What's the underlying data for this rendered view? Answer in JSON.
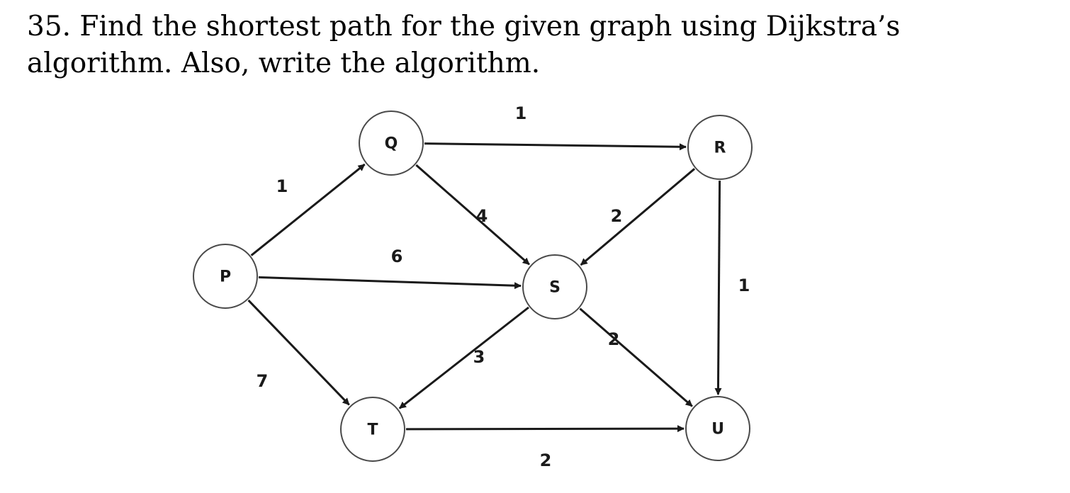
{
  "question": {
    "text": "35. Find the shortest path for the given graph using Dijkstra’s algorithm. Also, write the algorithm."
  },
  "graph": {
    "nodes": [
      {
        "id": "P",
        "label": "P"
      },
      {
        "id": "Q",
        "label": "Q"
      },
      {
        "id": "R",
        "label": "R"
      },
      {
        "id": "S",
        "label": "S"
      },
      {
        "id": "T",
        "label": "T"
      },
      {
        "id": "U",
        "label": "U"
      }
    ],
    "edges": [
      {
        "from": "P",
        "to": "Q",
        "weight": "1"
      },
      {
        "from": "P",
        "to": "S",
        "weight": "6"
      },
      {
        "from": "P",
        "to": "T",
        "weight": "7"
      },
      {
        "from": "Q",
        "to": "R",
        "weight": "1"
      },
      {
        "from": "Q",
        "to": "S",
        "weight": "4"
      },
      {
        "from": "R",
        "to": "S",
        "weight": "2"
      },
      {
        "from": "R",
        "to": "U",
        "weight": "1"
      },
      {
        "from": "S",
        "to": "T",
        "weight": "3"
      },
      {
        "from": "S",
        "to": "U",
        "weight": "2"
      },
      {
        "from": "T",
        "to": "U",
        "weight": "2"
      }
    ],
    "edge_color": "#1a1a1a",
    "node_stroke_color": "#4a4a4a"
  }
}
